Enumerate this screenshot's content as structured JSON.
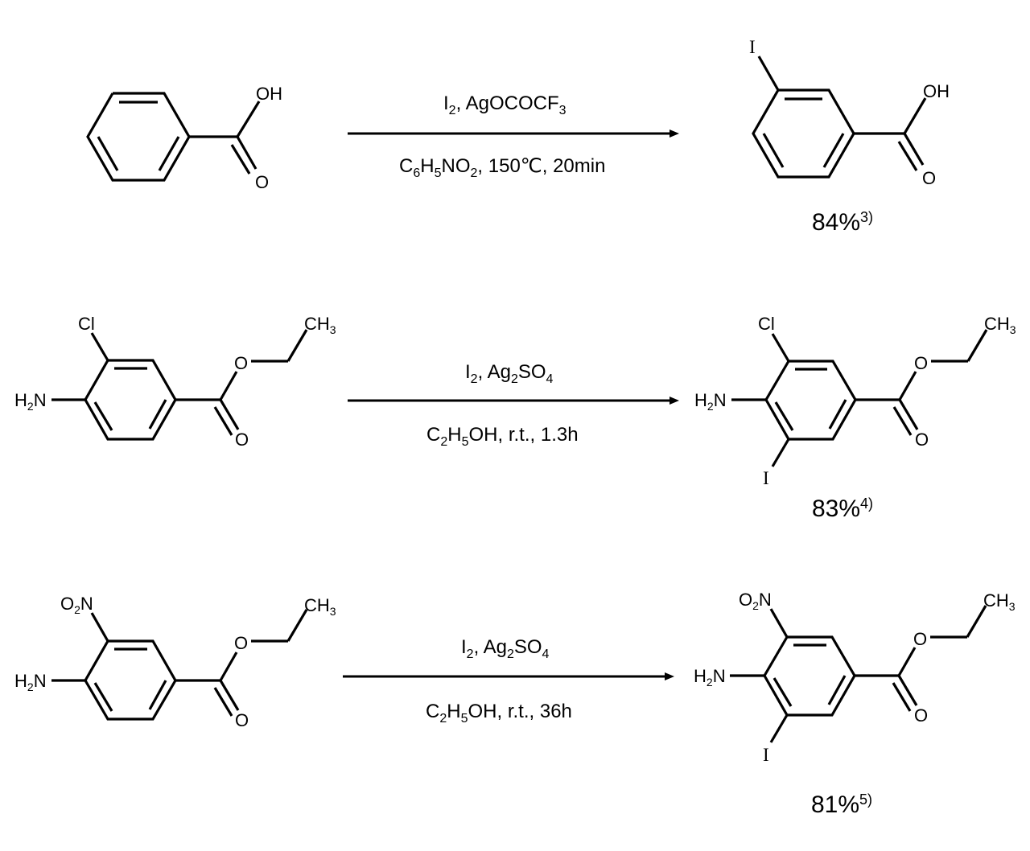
{
  "scheme": {
    "reactions": [
      {
        "id": "reaction-1",
        "reactant": {
          "name": "benzoic acid",
          "labels": {
            "hydroxyl": "OH",
            "carbonyl_o": "O"
          }
        },
        "reagents_above": {
          "parts": [
            "I",
            "2",
            ", AgOCOCF",
            "3"
          ],
          "text": "I2, AgOCOCF3"
        },
        "conditions_below": {
          "parts": [
            "C",
            "6",
            "H",
            "5",
            "NO",
            "2",
            ", 150℃, 20min"
          ],
          "text": "C6H5NO2, 150℃, 20min"
        },
        "product": {
          "name": "3-iodobenzoic acid",
          "labels": {
            "iodo": "I",
            "hydroxyl": "OH",
            "carbonyl_o": "O"
          }
        },
        "yield": {
          "value": "84%",
          "ref": "3)"
        }
      },
      {
        "id": "reaction-2",
        "reactant": {
          "name": "ethyl 4-amino-3-chlorobenzoate",
          "labels": {
            "chloro": "Cl",
            "amine_h": "H",
            "amine_sub": "2",
            "amine_n": "N",
            "ester_o": "O",
            "carbonyl_o": "O",
            "methyl_c": "CH",
            "methyl_sub": "3"
          }
        },
        "reagents_above": {
          "parts": [
            "I",
            "2",
            ", Ag",
            "2",
            "SO",
            "4"
          ],
          "text": "I2, Ag2SO4"
        },
        "conditions_below": {
          "parts": [
            "C",
            "2",
            "H",
            "5",
            "OH, r.t., 1.3h"
          ],
          "text": "C2H5OH, r.t., 1.3h"
        },
        "product": {
          "name": "ethyl 4-amino-3-chloro-5-iodobenzoate",
          "labels": {
            "chloro": "Cl",
            "iodo": "I",
            "amine_h": "H",
            "amine_sub": "2",
            "amine_n": "N",
            "ester_o": "O",
            "carbonyl_o": "O",
            "methyl_c": "CH",
            "methyl_sub": "3"
          }
        },
        "yield": {
          "value": "83%",
          "ref": "4)"
        }
      },
      {
        "id": "reaction-3",
        "reactant": {
          "name": "ethyl 4-amino-3-nitrobenzoate",
          "labels": {
            "nitro_o": "O",
            "nitro_sub": "2",
            "nitro_n": "N",
            "amine_h": "H",
            "amine_sub": "2",
            "amine_n": "N",
            "ester_o": "O",
            "carbonyl_o": "O",
            "methyl_c": "CH",
            "methyl_sub": "3"
          }
        },
        "reagents_above": {
          "parts": [
            "I",
            "2",
            ", Ag",
            "2",
            "SO",
            "4"
          ],
          "text": "I2, Ag2SO4"
        },
        "conditions_below": {
          "parts": [
            "C",
            "2",
            "H",
            "5",
            "OH, r.t., 36h"
          ],
          "text": "C2H5OH, r.t., 36h"
        },
        "product": {
          "name": "ethyl 4-amino-3-iodo-5-nitrobenzoate",
          "labels": {
            "nitro_o": "O",
            "nitro_sub": "2",
            "nitro_n": "N",
            "iodo": "I",
            "amine_h": "H",
            "amine_sub": "2",
            "amine_n": "N",
            "ester_o": "O",
            "carbonyl_o": "O",
            "methyl_c": "CH",
            "methyl_sub": "3"
          }
        },
        "yield": {
          "value": "81%",
          "ref": "5)"
        }
      }
    ]
  }
}
